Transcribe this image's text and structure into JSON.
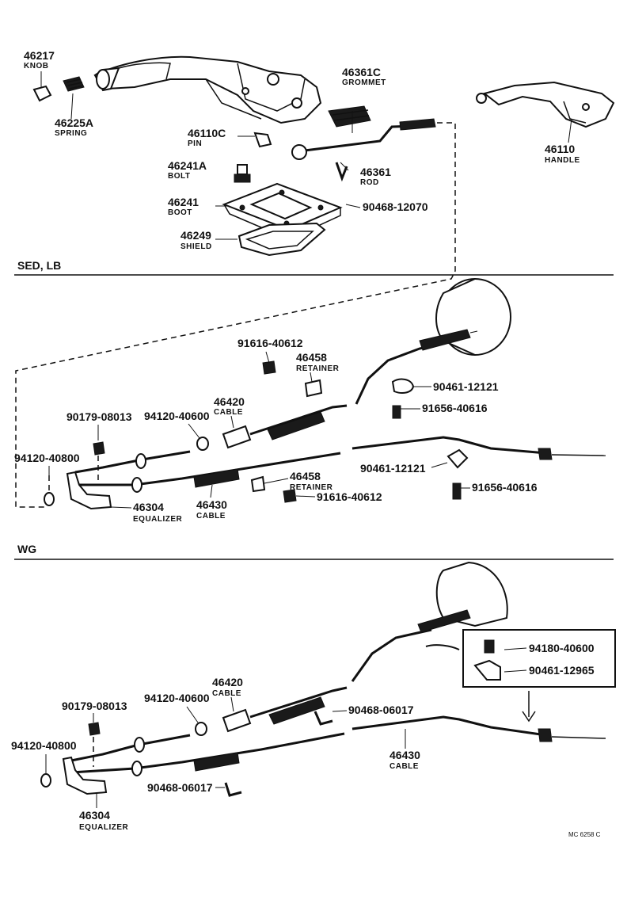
{
  "sections": {
    "sed_lb": "SED, LB",
    "wg": "WG"
  },
  "parts": {
    "p46217": {
      "num": "46217",
      "name": "KNOB"
    },
    "p46225A": {
      "num": "46225A",
      "name": "SPRING"
    },
    "p46361C": {
      "num": "46361C",
      "name": "GROMMET"
    },
    "p46110C": {
      "num": "46110C",
      "name": "PIN"
    },
    "p46110": {
      "num": "46110",
      "name": "HANDLE"
    },
    "p46241A": {
      "num": "46241A",
      "name": "BOLT"
    },
    "p46361": {
      "num": "46361",
      "name": "ROD"
    },
    "p46241": {
      "num": "46241",
      "name": "BOOT"
    },
    "p90468_12070": {
      "num": "90468-12070"
    },
    "p46249": {
      "num": "46249",
      "name": "SHIELD"
    },
    "s1_91616_top": {
      "num": "91616-40612"
    },
    "s1_46458_top": {
      "num": "46458",
      "name": "RETAINER"
    },
    "s1_90461_top": {
      "num": "90461-12121"
    },
    "s1_91656_top": {
      "num": "91656-40616"
    },
    "s1_46420": {
      "num": "46420",
      "name": "CABLE"
    },
    "s1_94120_40600": {
      "num": "94120-40600"
    },
    "s1_90179": {
      "num": "90179-08013"
    },
    "s1_94120_40800": {
      "num": "94120-40800"
    },
    "s1_90461_bot": {
      "num": "90461-12121"
    },
    "s1_91656_bot": {
      "num": "91656-40616"
    },
    "s1_46458_bot": {
      "num": "46458",
      "name": "RETAINER"
    },
    "s1_91616_bot": {
      "num": "91616-40612"
    },
    "s1_46304": {
      "num": "46304",
      "name": "EQUALIZER"
    },
    "s1_46430": {
      "num": "46430",
      "name": "CABLE"
    },
    "s2_94180": {
      "num": "94180-40600"
    },
    "s2_90461": {
      "num": "90461-12965"
    },
    "s2_46420": {
      "num": "46420",
      "name": "CABLE"
    },
    "s2_90179": {
      "num": "90179-08013"
    },
    "s2_94120_40600": {
      "num": "94120-40600"
    },
    "s2_90468_top": {
      "num": "90468-06017"
    },
    "s2_94120_40800": {
      "num": "94120-40800"
    },
    "s2_46430": {
      "num": "46430",
      "name": "CABLE"
    },
    "s2_90468_bot": {
      "num": "90468-06017"
    },
    "s2_46304": {
      "num": "46304",
      "name": "EQUALIZER"
    }
  },
  "drawing_code": "MC 6258 C"
}
